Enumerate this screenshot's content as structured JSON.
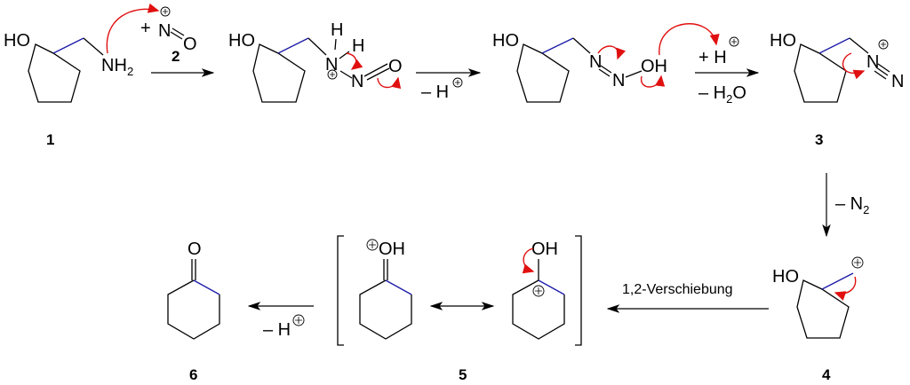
{
  "compounds": {
    "c1": {
      "label": "1",
      "ho": "HO",
      "nh": "NH",
      "nh_sub": "2"
    },
    "c2": {
      "label": "2",
      "plus": "+",
      "n": "N",
      "o": "O"
    },
    "int1": {
      "ho": "HO",
      "n1": "N",
      "h1": "H",
      "h2": "H",
      "n2": "N",
      "o": "O"
    },
    "int2": {
      "ho": "HO",
      "n1": "N",
      "n2": "N",
      "oh": "OH"
    },
    "c3": {
      "label": "3",
      "ho": "HO",
      "n1": "N",
      "n2": "N"
    },
    "c4": {
      "label": "4",
      "ho": "HO"
    },
    "c5": {
      "label": "5",
      "oh_a": "OH",
      "oh_b": "OH"
    },
    "c6": {
      "label": "6",
      "o": "O"
    }
  },
  "arrows": {
    "a2": {
      "text": "– H"
    },
    "a3": {
      "top": "+ H",
      "bottom_pre": "– H",
      "bottom_sub": "2",
      "bottom_post": "O"
    },
    "a4": {
      "text": "– N",
      "sub": "2"
    },
    "a5": {
      "text": "1,2-Verschiebung"
    },
    "a6": {
      "text": "– H"
    }
  },
  "colors": {
    "bond": "#000000",
    "migrating_bond": "#1a1aa8",
    "electron_arrow": "#e01010"
  }
}
